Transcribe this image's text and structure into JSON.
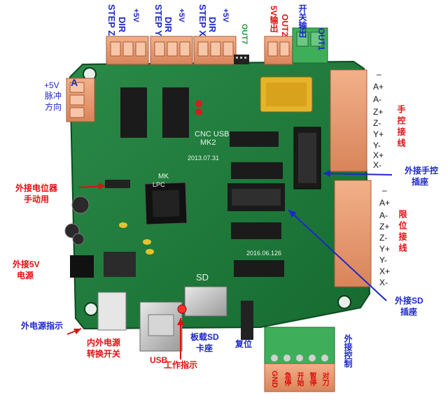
{
  "top_labels": {
    "step_z": "STEP  Z",
    "dir_z": "DIR",
    "v5_z": "+5V",
    "step_y": "STEP  Y",
    "dir_y": "DIR",
    "v5_y": "+5V",
    "step_x": "STEP  X",
    "dir_x": "DIR",
    "v5_x": "+5V",
    "out7": "OUT7",
    "v5_out": "5V输出",
    "out2": "OUT2",
    "switch_out": "开关输出",
    "out1": "OUT1"
  },
  "left_labels": {
    "pulse_5v": "+5V",
    "pulse": "脉冲",
    "direction": "方向",
    "a_axis": "A",
    "pot_line1": "外接电位器",
    "pot_line2": "手动用",
    "ext5v_line1": "外接5V",
    "ext5v_line2": "电源",
    "ext_power_indicator": "外电源指示"
  },
  "bottom_labels": {
    "power_switch_line1": "内外电源",
    "power_switch_line2": "转换开关",
    "usb": "USB",
    "work_indicator": "工作指示",
    "sd_line1": "板载SD",
    "sd_line2": "卡座",
    "reset": "复位",
    "gnd": "GND",
    "estop": "急停",
    "start": "开始",
    "pause": "暂停",
    "tool": "对刀",
    "ext_control": "外接控制"
  },
  "right_labels": {
    "hand_pins": [
      "A+",
      "A-",
      "Z+",
      "Z-",
      "Y+",
      "Y-",
      "X+",
      "X-"
    ],
    "hand_minus": "–",
    "hand_title": "手控接线",
    "hand_socket_line1": "外接手控",
    "hand_socket_line2": "插座",
    "limit_pins": [
      "A+",
      "A-",
      "Z+",
      "Z-",
      "Y+",
      "Y-",
      "X+",
      "X-"
    ],
    "limit_minus": "–",
    "limit_title": "限位接线",
    "sd_socket_line1": "外接SD",
    "sd_socket_line2": "插座"
  },
  "silkscreen": {
    "board_name": "CNC USB",
    "board_model": "MK2",
    "date1": "2013.07.31",
    "date2": "2016.06.126",
    "mk_label": "MK",
    "lpc": "LPC",
    "sd": "SD"
  },
  "colors": {
    "pcb": "#1c7a3a",
    "label_blue": "#1d28c8",
    "label_red": "#e01010",
    "label_green": "#1e9a3a",
    "terminal_orange": "#e89a72"
  }
}
